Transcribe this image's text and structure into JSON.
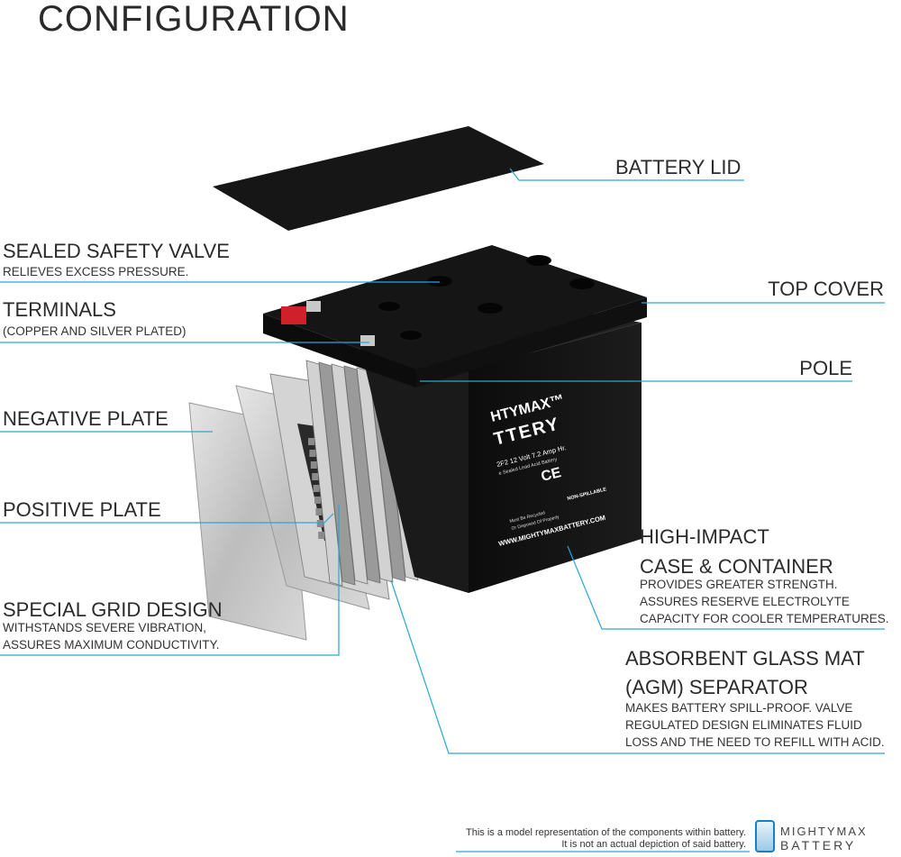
{
  "title": "CONFIGURATION",
  "labels": {
    "battery_lid": "BATTERY LID",
    "sealed_valve": {
      "title": "SEALED SAFETY VALVE",
      "desc": "RELIEVES EXCESS PRESSURE."
    },
    "terminals": {
      "title": "TERMINALS",
      "desc": "(COPPER AND SILVER PLATED)"
    },
    "top_cover": "TOP COVER",
    "pole": "POLE",
    "negative_plate": "NEGATIVE PLATE",
    "positive_plate": "POSITIVE PLATE",
    "special_grid": {
      "title": "SPECIAL GRID DESIGN",
      "lines": [
        "WITHSTANDS SEVERE VIBRATION,",
        "ASSURES MAXIMUM CONDUCTIVITY."
      ]
    },
    "case": {
      "title_lines": [
        "HIGH-IMPACT",
        "CASE & CONTAINER"
      ],
      "lines": [
        "PROVIDES GREATER STRENGTH.",
        "ASSURES RESERVE ELECTROLYTE",
        "CAPACITY FOR COOLER TEMPERATURES."
      ]
    },
    "agm": {
      "title_lines": [
        "ABSORBENT GLASS MAT",
        "(AGM) SEPARATOR"
      ],
      "lines": [
        "MAKES BATTERY SPILL-PROOF. VALVE",
        "REGULATED DESIGN ELIMINATES FLUID",
        "LOSS AND THE NEED TO REFILL WITH ACID."
      ]
    }
  },
  "battery_print": {
    "brand_1": "HTYMAX™",
    "brand_2": "TTERY",
    "model": "2F2  12 Volt 7.2 Amp Hr.",
    "type": "e Sealed Lead Acid Battery",
    "cert": "CE",
    "nonspill": "NON-SPILLABLE",
    "recycle_1": "Must Be Recycled",
    "recycle_2": "Or Disposed Of Properly",
    "url": "WWW.MIGHTYMAXBATTERY.COM"
  },
  "footer": {
    "line1": "This is a model representation of the components within battery.",
    "line2": "It is not an actual depiction of said battery.",
    "logo_top": "MIGHTYMAX",
    "logo_bottom": "BATTERY"
  },
  "colors": {
    "leader": "#2aa6d6",
    "battery": "#141414",
    "plate": "#c9c9c9",
    "terminal_red": "#d0202a"
  }
}
